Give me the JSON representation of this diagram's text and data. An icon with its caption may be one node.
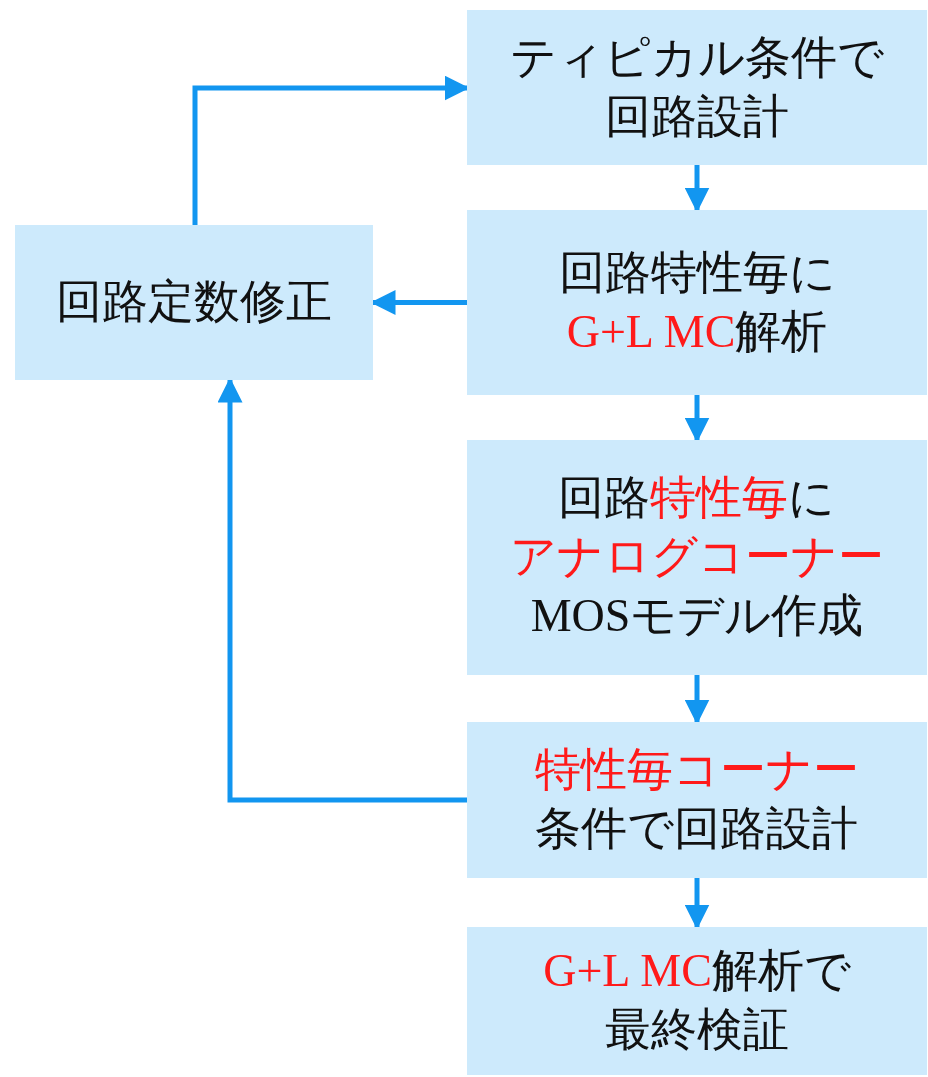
{
  "diagram": {
    "nodes": [
      {
        "text": [
          "ティピカル条件で回路設計"
        ]
      },
      {
        "text": [
          "回路特性毎に**G+L MC**解析"
        ]
      },
      {
        "text": [
          "回路**特性毎**に**アナログコーナー**MOSモデル作成"
        ]
      },
      {
        "text": [
          "**特性毎コーナー**条件で回路設計"
        ]
      },
      {
        "text": [
          "**G+L MC**解析で最終検証"
        ]
      },
      {
        "text": [
          "回路定数修正"
        ]
      }
    ],
    "edges": [
      {
        "from": 0,
        "to": 1,
        "arrow": "to"
      },
      {
        "from": 1,
        "to": 2,
        "arrow": "to"
      },
      {
        "from": 2,
        "to": 3,
        "arrow": "to"
      },
      {
        "from": 3,
        "to": 4,
        "arrow": "to"
      },
      {
        "from": 1,
        "to": 5,
        "arrow": "to"
      },
      {
        "from": 3,
        "to": 5,
        "arrow": "to"
      },
      {
        "from": 5,
        "to": 0,
        "arrow": "to"
      }
    ]
  }
}
